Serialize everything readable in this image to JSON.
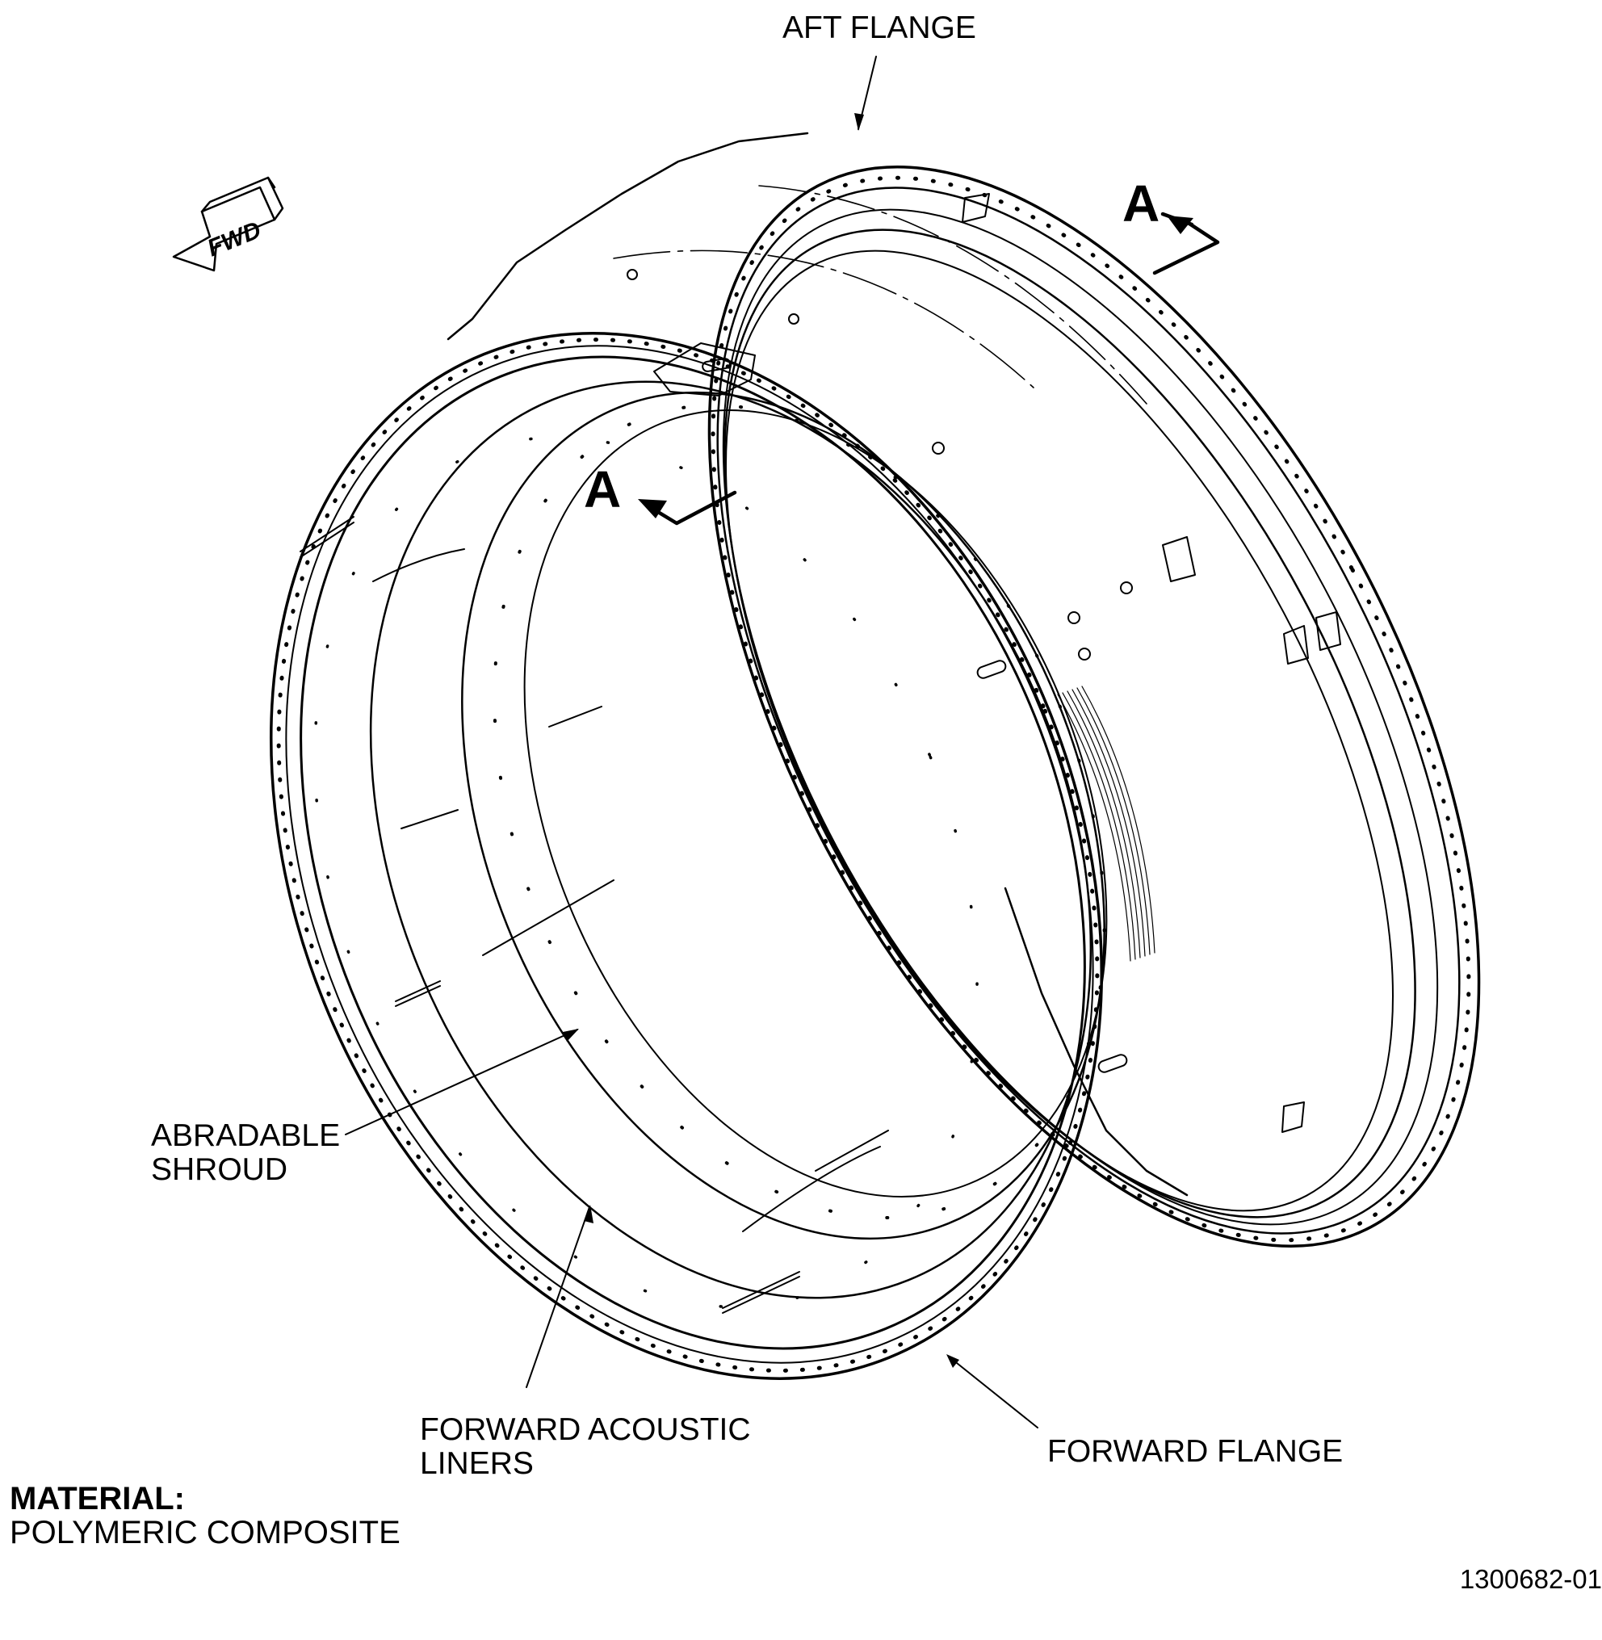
{
  "labels": {
    "aft_flange": "AFT FLANGE",
    "abradable_shroud_line1": "ABRADABLE",
    "abradable_shroud_line2": "SHROUD",
    "forward_acoustic_liners_line1": "FORWARD ACOUSTIC",
    "forward_acoustic_liners_line2": "LINERS",
    "forward_flange": "FORWARD FLANGE"
  },
  "section_marker": "A",
  "direction_arrow": {
    "label": "FWD",
    "icon": "fwd-arrow-icon"
  },
  "material": {
    "heading": "MATERIAL:",
    "value": "POLYMERIC COMPOSITE"
  },
  "figure_number": "1300682-01"
}
